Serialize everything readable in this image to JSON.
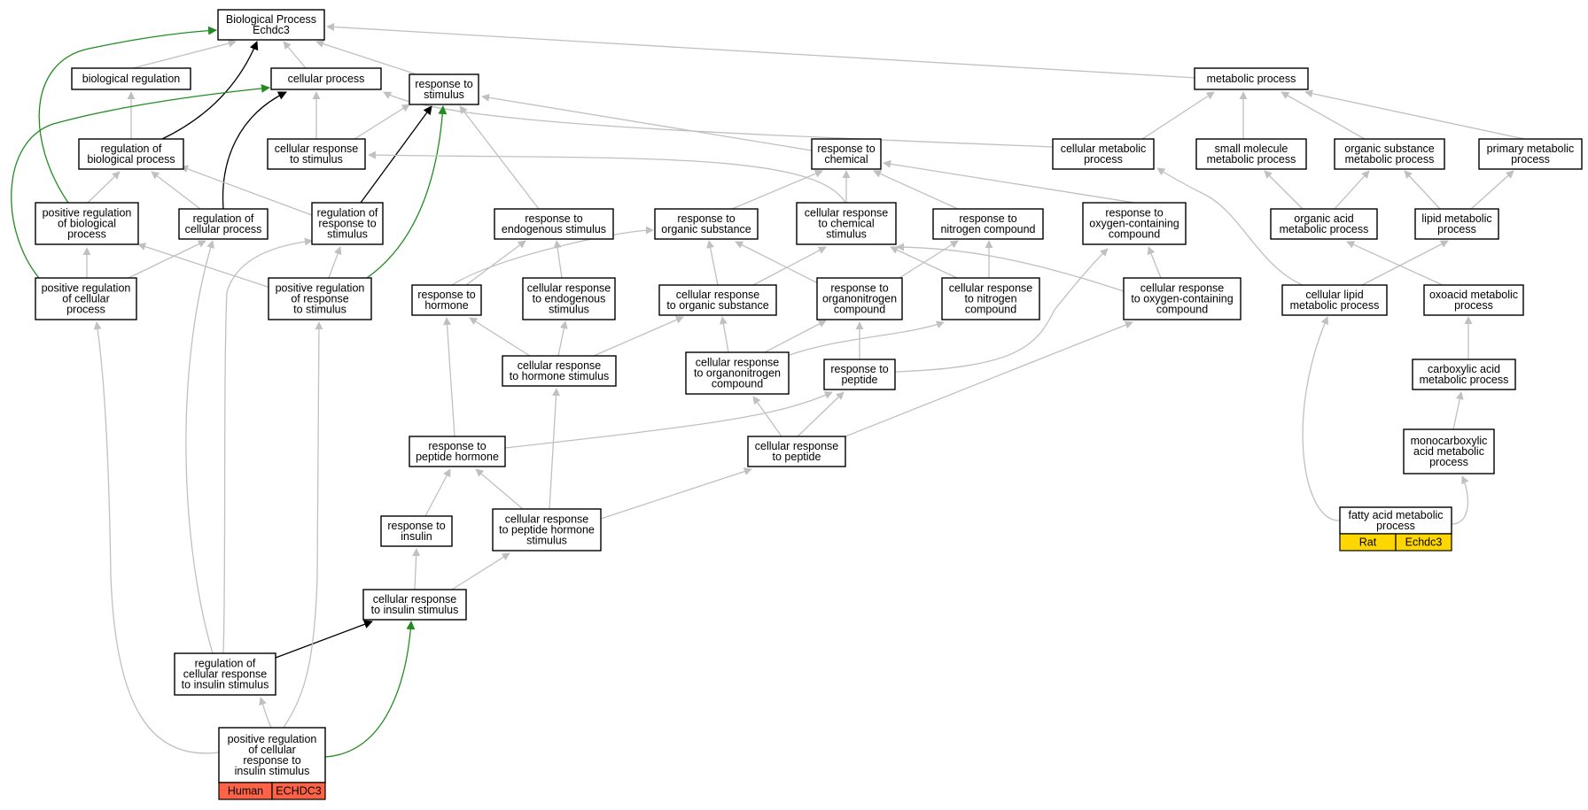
{
  "colors": {
    "edge_default": "#c0c0c0",
    "edge_regulates": "#000000",
    "edge_positively_regulates": "#228b22",
    "human_annotation": "#ff6347",
    "rat_annotation": "#ffd700",
    "node_border": "#000000",
    "background": "#ffffff"
  },
  "nodes": [
    {
      "id": "bp",
      "lines": [
        "Biological Process",
        "Echdc3"
      ]
    },
    {
      "id": "bio_reg",
      "lines": [
        "biological regulation"
      ]
    },
    {
      "id": "cell_proc",
      "lines": [
        "cellular process"
      ]
    },
    {
      "id": "resp_stim",
      "lines": [
        "response to",
        "stimulus"
      ]
    },
    {
      "id": "metab",
      "lines": [
        "metabolic process"
      ]
    },
    {
      "id": "reg_bio",
      "lines": [
        "regulation of",
        "biological process"
      ]
    },
    {
      "id": "cell_resp_stim",
      "lines": [
        "cellular response",
        "to stimulus"
      ]
    },
    {
      "id": "resp_chem",
      "lines": [
        "response to",
        "chemical"
      ]
    },
    {
      "id": "cell_metab",
      "lines": [
        "cellular metabolic",
        "process"
      ]
    },
    {
      "id": "small_mol",
      "lines": [
        "small molecule",
        "metabolic process"
      ]
    },
    {
      "id": "org_sub_metab",
      "lines": [
        "organic substance",
        "metabolic process"
      ]
    },
    {
      "id": "prim_metab",
      "lines": [
        "primary metabolic",
        "process"
      ]
    },
    {
      "id": "pos_reg_bio",
      "lines": [
        "positive regulation",
        "of biological",
        "process"
      ]
    },
    {
      "id": "reg_cell",
      "lines": [
        "regulation of",
        "cellular process"
      ]
    },
    {
      "id": "reg_resp_stim",
      "lines": [
        "regulation of",
        "response to",
        "stimulus"
      ]
    },
    {
      "id": "resp_endo",
      "lines": [
        "response to",
        "endogenous stimulus"
      ]
    },
    {
      "id": "resp_org",
      "lines": [
        "response to",
        "organic substance"
      ]
    },
    {
      "id": "cell_resp_chem",
      "lines": [
        "cellular response",
        "to chemical",
        "stimulus"
      ]
    },
    {
      "id": "resp_nitro",
      "lines": [
        "response to",
        "nitrogen compound"
      ]
    },
    {
      "id": "resp_oxy",
      "lines": [
        "response to",
        "oxygen-containing",
        "compound"
      ]
    },
    {
      "id": "org_acid",
      "lines": [
        "organic acid",
        "metabolic process"
      ]
    },
    {
      "id": "lipid_metab",
      "lines": [
        "lipid metabolic",
        "process"
      ]
    },
    {
      "id": "pos_reg_cell",
      "lines": [
        "positive regulation",
        "of cellular",
        "process"
      ]
    },
    {
      "id": "pos_reg_resp",
      "lines": [
        "positive regulation",
        "of response",
        "to stimulus"
      ]
    },
    {
      "id": "resp_horm",
      "lines": [
        "response to",
        "hormone"
      ]
    },
    {
      "id": "cell_resp_endo",
      "lines": [
        "cellular response",
        "to endogenous",
        "stimulus"
      ]
    },
    {
      "id": "cell_resp_org",
      "lines": [
        "cellular response",
        "to organic substance"
      ]
    },
    {
      "id": "resp_orgnitro",
      "lines": [
        "response to",
        "organonitrogen",
        "compound"
      ]
    },
    {
      "id": "cell_resp_nitro",
      "lines": [
        "cellular response",
        "to nitrogen",
        "compound"
      ]
    },
    {
      "id": "cell_resp_oxy",
      "lines": [
        "cellular response",
        "to oxygen-containing",
        "compound"
      ]
    },
    {
      "id": "cell_lipid",
      "lines": [
        "cellular lipid",
        "metabolic process"
      ]
    },
    {
      "id": "oxoacid",
      "lines": [
        "oxoacid metabolic",
        "process"
      ]
    },
    {
      "id": "cell_resp_horm",
      "lines": [
        "cellular response",
        "to hormone stimulus"
      ]
    },
    {
      "id": "cell_resp_orgnitro",
      "lines": [
        "cellular response",
        "to organonitrogen",
        "compound"
      ]
    },
    {
      "id": "resp_pep",
      "lines": [
        "response to",
        "peptide"
      ]
    },
    {
      "id": "carbox",
      "lines": [
        "carboxylic acid",
        "metabolic process"
      ]
    },
    {
      "id": "resp_pep_horm",
      "lines": [
        "response to",
        "peptide hormone"
      ]
    },
    {
      "id": "cell_resp_pep",
      "lines": [
        "cellular response",
        "to peptide"
      ]
    },
    {
      "id": "monocarbox",
      "lines": [
        "monocarboxylic",
        "acid metabolic",
        "process"
      ]
    },
    {
      "id": "resp_ins",
      "lines": [
        "response to",
        "insulin"
      ]
    },
    {
      "id": "cell_resp_pep_horm",
      "lines": [
        "cellular response",
        "to peptide hormone",
        "stimulus"
      ]
    },
    {
      "id": "fatty",
      "lines": [
        "fatty acid metabolic",
        "process"
      ]
    },
    {
      "id": "cell_resp_ins",
      "lines": [
        "cellular response",
        "to insulin stimulus"
      ]
    },
    {
      "id": "reg_cell_resp_ins",
      "lines": [
        "regulation of",
        "cellular response",
        "to insulin stimulus"
      ]
    },
    {
      "id": "pos_reg_cell_resp_ins",
      "lines": [
        "positive regulation",
        "of cellular",
        "response to",
        "insulin stimulus"
      ]
    }
  ],
  "annotations": [
    {
      "node": "pos_reg_cell_resp_ins",
      "species": "Human",
      "gene": "ECHDC3",
      "color": "#ff6347"
    },
    {
      "node": "fatty",
      "species": "Rat",
      "gene": "Echdc3",
      "color": "#ffd700"
    }
  ],
  "edges": [
    {
      "from": "bio_reg",
      "to": "bp",
      "type": "is_a"
    },
    {
      "from": "cell_proc",
      "to": "bp",
      "type": "is_a"
    },
    {
      "from": "resp_stim",
      "to": "bp",
      "type": "is_a"
    },
    {
      "from": "metab",
      "to": "bp",
      "type": "is_a"
    },
    {
      "from": "reg_bio",
      "to": "bp",
      "type": "regulates"
    },
    {
      "from": "pos_reg_bio",
      "to": "bp",
      "type": "positively_regulates"
    },
    {
      "from": "reg_bio",
      "to": "bio_reg",
      "type": "is_a"
    },
    {
      "from": "cell_resp_stim",
      "to": "cell_proc",
      "type": "is_a"
    },
    {
      "from": "cell_resp_stim",
      "to": "resp_stim",
      "type": "is_a"
    },
    {
      "from": "cell_metab",
      "to": "cell_proc",
      "type": "is_a"
    },
    {
      "from": "reg_cell",
      "to": "cell_proc",
      "type": "regulates"
    },
    {
      "from": "pos_reg_cell",
      "to": "cell_proc",
      "type": "positively_regulates"
    },
    {
      "from": "reg_resp_stim",
      "to": "resp_stim",
      "type": "regulates"
    },
    {
      "from": "pos_reg_resp",
      "to": "resp_stim",
      "type": "positively_regulates"
    },
    {
      "from": "resp_chem",
      "to": "resp_stim",
      "type": "is_a"
    },
    {
      "from": "resp_endo",
      "to": "resp_stim",
      "type": "is_a"
    },
    {
      "from": "cell_metab",
      "to": "metab",
      "type": "is_a"
    },
    {
      "from": "small_mol",
      "to": "metab",
      "type": "is_a"
    },
    {
      "from": "org_sub_metab",
      "to": "metab",
      "type": "is_a"
    },
    {
      "from": "prim_metab",
      "to": "metab",
      "type": "is_a"
    },
    {
      "from": "pos_reg_bio",
      "to": "reg_bio",
      "type": "is_a"
    },
    {
      "from": "reg_cell",
      "to": "reg_bio",
      "type": "is_a"
    },
    {
      "from": "reg_resp_stim",
      "to": "reg_bio",
      "type": "is_a"
    },
    {
      "from": "cell_resp_chem",
      "to": "cell_resp_stim",
      "type": "is_a"
    },
    {
      "from": "resp_org",
      "to": "resp_chem",
      "type": "is_a"
    },
    {
      "from": "cell_resp_chem",
      "to": "resp_chem",
      "type": "is_a"
    },
    {
      "from": "resp_nitro",
      "to": "resp_chem",
      "type": "is_a"
    },
    {
      "from": "resp_oxy",
      "to": "resp_chem",
      "type": "is_a"
    },
    {
      "from": "org_acid",
      "to": "small_mol",
      "type": "is_a"
    },
    {
      "from": "org_acid",
      "to": "org_sub_metab",
      "type": "is_a"
    },
    {
      "from": "lipid_metab",
      "to": "prim_metab",
      "type": "is_a"
    },
    {
      "from": "lipid_metab",
      "to": "org_sub_metab",
      "type": "is_a"
    },
    {
      "from": "cell_lipid",
      "to": "cell_metab",
      "type": "is_a"
    },
    {
      "from": "pos_reg_cell",
      "to": "pos_reg_bio",
      "type": "is_a"
    },
    {
      "from": "pos_reg_resp",
      "to": "pos_reg_bio",
      "type": "is_a"
    },
    {
      "from": "pos_reg_cell",
      "to": "reg_cell",
      "type": "is_a"
    },
    {
      "from": "pos_reg_resp",
      "to": "reg_resp_stim",
      "type": "is_a"
    },
    {
      "from": "resp_horm",
      "to": "resp_org",
      "type": "is_a"
    },
    {
      "from": "cell_resp_endo",
      "to": "resp_endo",
      "type": "is_a"
    },
    {
      "from": "cell_resp_org",
      "to": "resp_org",
      "type": "is_a"
    },
    {
      "from": "cell_resp_org",
      "to": "cell_resp_chem",
      "type": "is_a"
    },
    {
      "from": "resp_orgnitro",
      "to": "resp_org",
      "type": "is_a"
    },
    {
      "from": "resp_orgnitro",
      "to": "resp_nitro",
      "type": "is_a"
    },
    {
      "from": "cell_resp_nitro",
      "to": "resp_nitro",
      "type": "is_a"
    },
    {
      "from": "cell_resp_nitro",
      "to": "cell_resp_chem",
      "type": "is_a"
    },
    {
      "from": "cell_resp_oxy",
      "to": "resp_oxy",
      "type": "is_a"
    },
    {
      "from": "cell_resp_oxy",
      "to": "cell_resp_chem",
      "type": "is_a"
    },
    {
      "from": "oxoacid",
      "to": "org_acid",
      "type": "is_a"
    },
    {
      "from": "cell_lipid",
      "to": "lipid_metab",
      "type": "is_a"
    },
    {
      "from": "resp_horm",
      "to": "resp_endo",
      "type": "is_a"
    },
    {
      "from": "cell_resp_horm",
      "to": "resp_horm",
      "type": "is_a"
    },
    {
      "from": "cell_resp_horm",
      "to": "cell_resp_endo",
      "type": "is_a"
    },
    {
      "from": "cell_resp_horm",
      "to": "cell_resp_org",
      "type": "is_a"
    },
    {
      "from": "cell_resp_orgnitro",
      "to": "cell_resp_org",
      "type": "is_a"
    },
    {
      "from": "cell_resp_orgnitro",
      "to": "resp_orgnitro",
      "type": "is_a"
    },
    {
      "from": "cell_resp_orgnitro",
      "to": "cell_resp_nitro",
      "type": "is_a"
    },
    {
      "from": "resp_pep",
      "to": "resp_orgnitro",
      "type": "is_a"
    },
    {
      "from": "resp_pep",
      "to": "resp_oxy",
      "type": "is_a"
    },
    {
      "from": "carbox",
      "to": "oxoacid",
      "type": "is_a"
    },
    {
      "from": "resp_pep_horm",
      "to": "resp_horm",
      "type": "is_a"
    },
    {
      "from": "resp_pep_horm",
      "to": "resp_pep",
      "type": "is_a"
    },
    {
      "from": "cell_resp_pep",
      "to": "cell_resp_orgnitro",
      "type": "is_a"
    },
    {
      "from": "cell_resp_pep",
      "to": "resp_pep",
      "type": "is_a"
    },
    {
      "from": "cell_resp_pep",
      "to": "cell_resp_oxy",
      "type": "is_a"
    },
    {
      "from": "monocarbox",
      "to": "carbox",
      "type": "is_a"
    },
    {
      "from": "resp_ins",
      "to": "resp_pep_horm",
      "type": "is_a"
    },
    {
      "from": "cell_resp_pep_horm",
      "to": "resp_pep_horm",
      "type": "is_a"
    },
    {
      "from": "cell_resp_pep_horm",
      "to": "cell_resp_pep",
      "type": "is_a"
    },
    {
      "from": "cell_resp_pep_horm",
      "to": "cell_resp_horm",
      "type": "is_a"
    },
    {
      "from": "fatty",
      "to": "monocarbox",
      "type": "is_a"
    },
    {
      "from": "fatty",
      "to": "cell_lipid",
      "type": "is_a"
    },
    {
      "from": "cell_resp_ins",
      "to": "resp_ins",
      "type": "is_a"
    },
    {
      "from": "cell_resp_ins",
      "to": "cell_resp_pep_horm",
      "type": "is_a"
    },
    {
      "from": "reg_cell_resp_ins",
      "to": "cell_resp_ins",
      "type": "regulates"
    },
    {
      "from": "reg_cell_resp_ins",
      "to": "reg_cell",
      "type": "is_a"
    },
    {
      "from": "reg_cell_resp_ins",
      "to": "reg_resp_stim",
      "type": "is_a"
    },
    {
      "from": "pos_reg_cell_resp_ins",
      "to": "reg_cell_resp_ins",
      "type": "is_a"
    },
    {
      "from": "pos_reg_cell_resp_ins",
      "to": "cell_resp_ins",
      "type": "positively_regulates"
    },
    {
      "from": "pos_reg_cell_resp_ins",
      "to": "pos_reg_cell",
      "type": "is_a"
    },
    {
      "from": "pos_reg_cell_resp_ins",
      "to": "pos_reg_resp",
      "type": "is_a"
    }
  ]
}
